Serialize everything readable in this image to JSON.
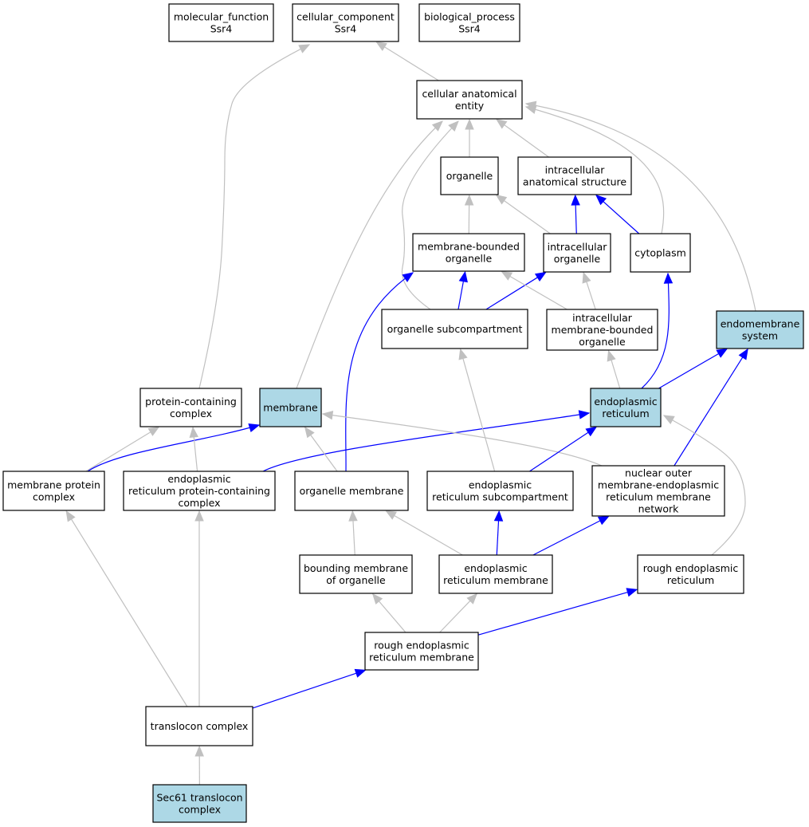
{
  "nodes": [
    {
      "id": "mf",
      "lines": [
        "molecular_function",
        "Ssr4"
      ],
      "highlight": false
    },
    {
      "id": "cc",
      "lines": [
        "cellular_component",
        "Ssr4"
      ],
      "highlight": false
    },
    {
      "id": "bp",
      "lines": [
        "biological_process",
        "Ssr4"
      ],
      "highlight": false
    },
    {
      "id": "cae",
      "lines": [
        "cellular anatomical",
        "entity"
      ],
      "highlight": false
    },
    {
      "id": "org",
      "lines": [
        "organelle"
      ],
      "highlight": false
    },
    {
      "id": "ias",
      "lines": [
        "intracellular",
        "anatomical structure"
      ],
      "highlight": false
    },
    {
      "id": "mbo",
      "lines": [
        "membrane-bounded",
        "organelle"
      ],
      "highlight": false
    },
    {
      "id": "io",
      "lines": [
        "intracellular",
        "organelle"
      ],
      "highlight": false
    },
    {
      "id": "cyto",
      "lines": [
        "cytoplasm"
      ],
      "highlight": false
    },
    {
      "id": "osub",
      "lines": [
        "organelle subcompartment"
      ],
      "highlight": false
    },
    {
      "id": "imbo",
      "lines": [
        "intracellular",
        "membrane-bounded",
        "organelle"
      ],
      "highlight": false
    },
    {
      "id": "ems",
      "lines": [
        "endomembrane",
        "system"
      ],
      "highlight": true
    },
    {
      "id": "pcc",
      "lines": [
        "protein-containing",
        "complex"
      ],
      "highlight": false
    },
    {
      "id": "mem",
      "lines": [
        "membrane"
      ],
      "highlight": true
    },
    {
      "id": "er",
      "lines": [
        "endoplasmic",
        "reticulum"
      ],
      "highlight": true
    },
    {
      "id": "mpc",
      "lines": [
        "membrane protein",
        "complex"
      ],
      "highlight": false
    },
    {
      "id": "erpcc",
      "lines": [
        "endoplasmic",
        "reticulum protein-containing",
        "complex"
      ],
      "highlight": false
    },
    {
      "id": "omem",
      "lines": [
        "organelle membrane"
      ],
      "highlight": false
    },
    {
      "id": "ersub",
      "lines": [
        "endoplasmic",
        "reticulum subcompartment"
      ],
      "highlight": false
    },
    {
      "id": "nomer",
      "lines": [
        "nuclear outer",
        "membrane-endoplasmic",
        "reticulum membrane",
        "network"
      ],
      "highlight": false
    },
    {
      "id": "bmo",
      "lines": [
        "bounding membrane",
        "of organelle"
      ],
      "highlight": false
    },
    {
      "id": "erm",
      "lines": [
        "endoplasmic",
        "reticulum membrane"
      ],
      "highlight": false
    },
    {
      "id": "rer",
      "lines": [
        "rough endoplasmic",
        "reticulum"
      ],
      "highlight": false
    },
    {
      "id": "rerm",
      "lines": [
        "rough endoplasmic",
        "reticulum membrane"
      ],
      "highlight": false
    },
    {
      "id": "tc",
      "lines": [
        "translocon complex"
      ],
      "highlight": false
    },
    {
      "id": "sec61",
      "lines": [
        "Sec61 translocon",
        "complex"
      ],
      "highlight": true
    }
  ],
  "edges": [
    {
      "from": "cae",
      "to": "cc",
      "color": "gray"
    },
    {
      "from": "pcc",
      "to": "cc",
      "color": "gray"
    },
    {
      "from": "org",
      "to": "cae",
      "color": "gray"
    },
    {
      "from": "ias",
      "to": "cae",
      "color": "gray"
    },
    {
      "from": "cyto",
      "to": "cae",
      "color": "gray"
    },
    {
      "from": "ems",
      "to": "cae",
      "color": "gray"
    },
    {
      "from": "mem",
      "to": "cae",
      "color": "gray"
    },
    {
      "from": "osub",
      "to": "cae",
      "color": "gray"
    },
    {
      "from": "mbo",
      "to": "org",
      "color": "gray"
    },
    {
      "from": "io",
      "to": "org",
      "color": "gray"
    },
    {
      "from": "io",
      "to": "ias",
      "color": "blue"
    },
    {
      "from": "cyto",
      "to": "ias",
      "color": "blue"
    },
    {
      "from": "osub",
      "to": "mbo",
      "color": "blue"
    },
    {
      "from": "osub",
      "to": "io",
      "color": "blue"
    },
    {
      "from": "imbo",
      "to": "mbo",
      "color": "gray"
    },
    {
      "from": "imbo",
      "to": "io",
      "color": "gray"
    },
    {
      "from": "er",
      "to": "imbo",
      "color": "gray"
    },
    {
      "from": "er",
      "to": "cyto",
      "color": "blue"
    },
    {
      "from": "er",
      "to": "ems",
      "color": "blue"
    },
    {
      "from": "nomer",
      "to": "ems",
      "color": "blue"
    },
    {
      "from": "omem",
      "to": "mbo",
      "color": "blue"
    },
    {
      "from": "mpc",
      "to": "pcc",
      "color": "gray"
    },
    {
      "from": "mpc",
      "to": "mem",
      "color": "blue"
    },
    {
      "from": "erpcc",
      "to": "pcc",
      "color": "gray"
    },
    {
      "from": "erpcc",
      "to": "er",
      "color": "blue"
    },
    {
      "from": "omem",
      "to": "mem",
      "color": "gray"
    },
    {
      "from": "nomer",
      "to": "mem",
      "color": "gray"
    },
    {
      "from": "ersub",
      "to": "osub",
      "color": "gray"
    },
    {
      "from": "ersub",
      "to": "er",
      "color": "blue"
    },
    {
      "from": "rer",
      "to": "er",
      "color": "gray"
    },
    {
      "from": "bmo",
      "to": "omem",
      "color": "gray"
    },
    {
      "from": "erm",
      "to": "omem",
      "color": "gray"
    },
    {
      "from": "erm",
      "to": "ersub",
      "color": "blue"
    },
    {
      "from": "erm",
      "to": "nomer",
      "color": "blue"
    },
    {
      "from": "rerm",
      "to": "bmo",
      "color": "gray"
    },
    {
      "from": "rerm",
      "to": "erm",
      "color": "gray"
    },
    {
      "from": "rerm",
      "to": "rer",
      "color": "blue"
    },
    {
      "from": "tc",
      "to": "mpc",
      "color": "gray"
    },
    {
      "from": "tc",
      "to": "erpcc",
      "color": "gray"
    },
    {
      "from": "tc",
      "to": "rerm",
      "color": "blue"
    },
    {
      "from": "sec61",
      "to": "tc",
      "color": "gray"
    }
  ]
}
